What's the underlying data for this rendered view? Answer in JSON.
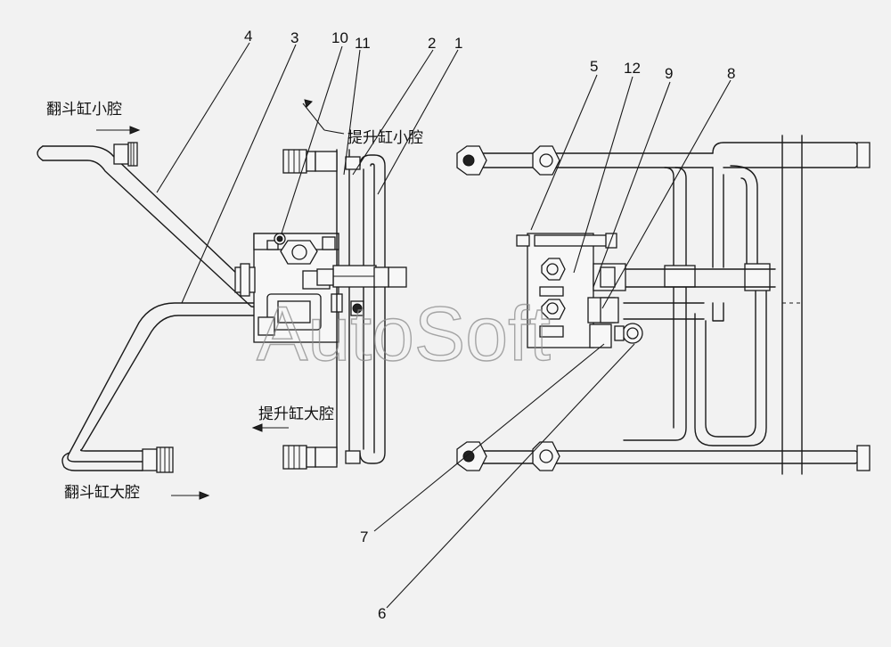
{
  "labels": {
    "tipper_small_chamber": "翻斗缸小腔",
    "lift_small_chamber": "提升缸小腔",
    "lift_large_chamber": "提升缸大腔",
    "tipper_large_chamber": "翻斗缸大腔"
  },
  "callouts": {
    "n1": "1",
    "n2": "2",
    "n3": "3",
    "n4": "4",
    "n5": "5",
    "n6": "6",
    "n7": "7",
    "n8": "8",
    "n9": "9",
    "n10": "10",
    "n11": "11",
    "n12": "12"
  },
  "watermark": "AutoSoft"
}
